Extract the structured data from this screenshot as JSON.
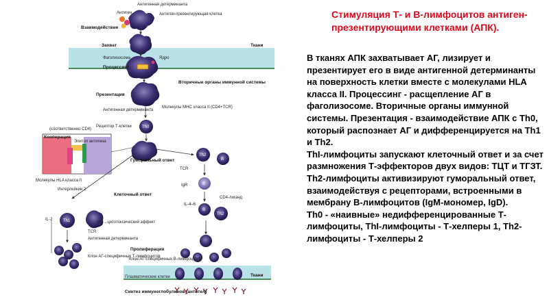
{
  "slide": {
    "title": "Стимуляция Т- и В-лимфоцитов антиген-презентирующими клетками (АПК).",
    "body": [
      "В тканях АПК захватывает АГ, лизирует и презентирует его в виде антигенной детерминанты на поверхность клетки вместе с молекулами HLA класса II. Процессинг - расщепление АГ в фаголизосоме. Вторичные органы иммунной системы. Презентация - взаимодействие АПК с Th0, который распознает АГ и дифференцируется на Th1 и Th2.",
      "ThI-лимфоциты запускают клеточный ответ и за счет размножения Т-эффекторов двух видов: ТЦТ и ТГЗТ. Th2-лимфоциты активизируют гуморальный ответ, взаимодействуя с рецепторами, встроенными в мембрану В-лимфоцитов (IgM-мономер, IgD).",
      "Th0 - «наивные» недифференцированные Т-лимфоциты, ThI-лимфоциты - Т-хелперы 1, Th2-лимфоциты - Т-хелперы 2"
    ]
  },
  "diagram": {
    "labels": {
      "antigen_det": "Антигенная детерминанта",
      "antigen": "Антиген",
      "apc": "Антиген-презентирующая клетка",
      "interaction": "Взаимодействие",
      "tissues1": "Ткани",
      "capture": "Захват",
      "phagolysosome": "Фаголизосома",
      "nucleus": "Ядро",
      "processing": "Процессинг",
      "secondary": "Вторичные органы иммунной системы",
      "presentation": "Презентация",
      "antigen_det2": "Антигенная детерминанта",
      "mhc": "Молекулы МНС класса II (CD4+TCR)",
      "cd4": "(соответственно CD4)",
      "receptor": "Рецептор Т-клетки",
      "cooperation": "Кооперация",
      "epitope": "Эпитоп антигена",
      "hla": "Молекулы HLA класса II",
      "il2a": "Интерлейкин 2",
      "humoral": "Гуморальный ответ",
      "tcr": "TCR",
      "igr": "IgR",
      "cd4ligand": "CD4-лиганд",
      "cellular": "Клеточный ответ",
      "il46": "IL-4–6",
      "il2": "IL-2",
      "ifn": "IFγ→цитотоксический эффект",
      "tcr2": "TCR",
      "antigen_det3": "Антигенная детерминанта",
      "proliferation": "Пролиферация",
      "clone_t": "Клон АГ-специфичных Т-лимфоцитов",
      "clone_b": "Клон АГ-специфичных В-лимфоцитов",
      "plasma": "Плазматические клетки",
      "tissues2": "Ткани",
      "synthesis": "Синтез иммуноглобулинов (антител)",
      "th0": "Th0",
      "th1": "Th1",
      "th2a": "Th2",
      "th2b": "Th2",
      "b1": "B",
      "b2": "B",
      "b3": "B"
    }
  }
}
